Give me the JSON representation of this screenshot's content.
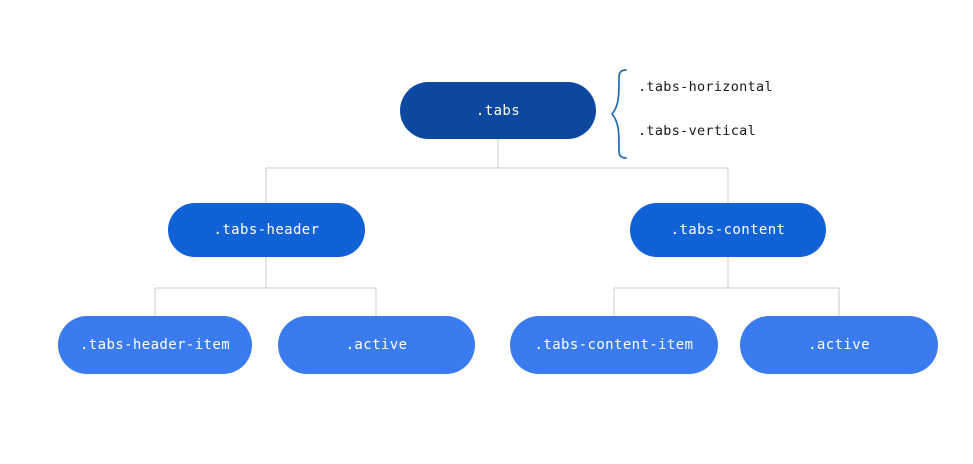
{
  "diagram": {
    "title": "tabs-class-hierarchy",
    "background_color": "#ffffff",
    "connector_color": "#cccccc",
    "brace_color": "#1f6cb0",
    "annotation_text_color": "#18181a",
    "node_text_color": "#ffffff",
    "level_colors": {
      "level_1": "#0d48a0",
      "level_2": "#1062d6",
      "level_3": "#3b7bf0"
    },
    "nodes": {
      "root": {
        "label": ".tabs"
      },
      "header": {
        "label": ".tabs-header"
      },
      "content": {
        "label": ".tabs-content"
      },
      "header_item": {
        "label": ".tabs-header-item"
      },
      "header_active": {
        "label": ".active"
      },
      "content_item": {
        "label": ".tabs-content-item"
      },
      "content_active": {
        "label": ".active"
      }
    },
    "annotations": {
      "modifiers": [
        {
          "label": ".tabs-horizontal"
        },
        {
          "label": ".tabs-vertical"
        }
      ]
    }
  }
}
